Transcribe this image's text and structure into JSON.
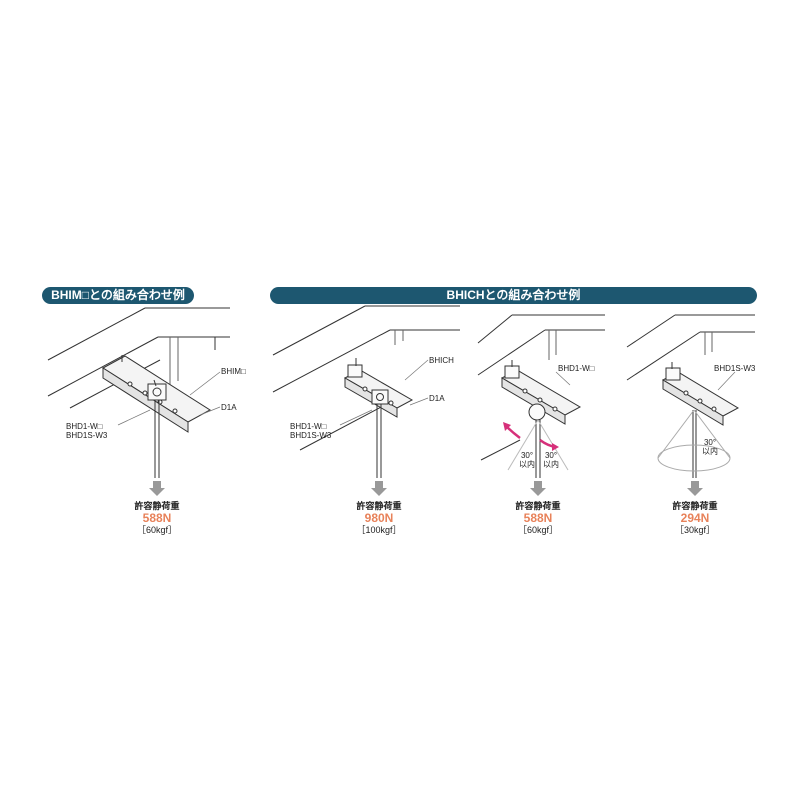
{
  "banners": {
    "left": "BHIM□との組み合わせ例",
    "right": "BHICHとの組み合わせ例"
  },
  "panels": [
    {
      "labels": {
        "top": "BHIM□",
        "mid": "D1A",
        "left1": "BHD1-W□",
        "left2": "BHD1S-W3"
      },
      "load": {
        "title": "許容静荷重",
        "value": "588N",
        "kgf": "［60kgf］"
      }
    },
    {
      "labels": {
        "top": "BHICH",
        "mid": "D1A",
        "left1": "BHD1-W□",
        "left2": "BHD1S-W3"
      },
      "load": {
        "title": "許容静荷重",
        "value": "980N",
        "kgf": "［100kgf］"
      }
    },
    {
      "labels": {
        "top": "BHD1-W□",
        "angle_a1": "30°",
        "angle_a2": "以内",
        "angle_b1": "30°",
        "angle_b2": "以内"
      },
      "load": {
        "title": "許容静荷重",
        "value": "588N",
        "kgf": "［60kgf］"
      }
    },
    {
      "labels": {
        "top": "BHD1S-W3",
        "angle_a1": "30°",
        "angle_a2": "以内"
      },
      "load": {
        "title": "許容静荷重",
        "value": "294N",
        "kgf": "［30kgf］"
      }
    }
  ],
  "colors": {
    "banner": "#1d5770",
    "load_value": "#e8825a",
    "arrow": "#999999",
    "swing": "#d6307a"
  }
}
